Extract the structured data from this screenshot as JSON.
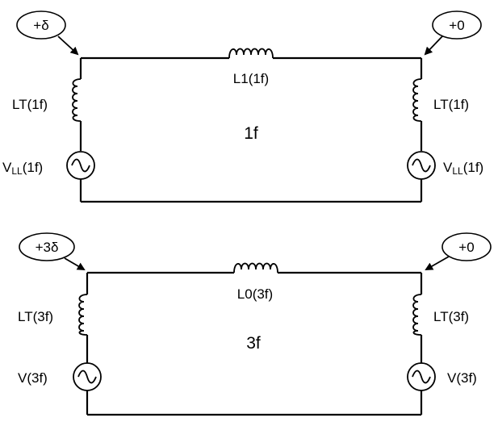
{
  "circuit_1f": {
    "left_angle": "+δ",
    "right_angle": "+0",
    "line_inductor": "L1(1f)",
    "left_transformer": "LT(1f)",
    "right_transformer": "LT(1f)",
    "left_source_base": "V",
    "left_source_sub": "LL",
    "left_source_suffix": "(1f)",
    "right_source_base": "V",
    "right_source_sub": "LL",
    "right_source_suffix": "(1f)",
    "title": "1f"
  },
  "circuit_3f": {
    "left_angle": "+3δ",
    "right_angle": "+0",
    "line_inductor": "L0(3f)",
    "left_transformer": "LT(3f)",
    "right_transformer": "LT(3f)",
    "left_source": "V(3f)",
    "right_source": "V(3f)",
    "title": "3f"
  }
}
